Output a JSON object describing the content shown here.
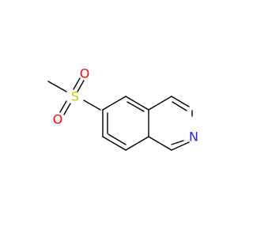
{
  "molecule": {
    "atoms": {
      "sulfur": {
        "symbol": "S",
        "color": "#c8c800"
      },
      "oxygen_top": {
        "symbol": "O",
        "color": "#ff0000"
      },
      "oxygen_bottom": {
        "symbol": "O",
        "color": "#ff0000"
      },
      "nitrogen": {
        "symbol": "N",
        "color": "#2020ff"
      }
    },
    "bond_color": "#000000",
    "background": "#ffffff"
  }
}
